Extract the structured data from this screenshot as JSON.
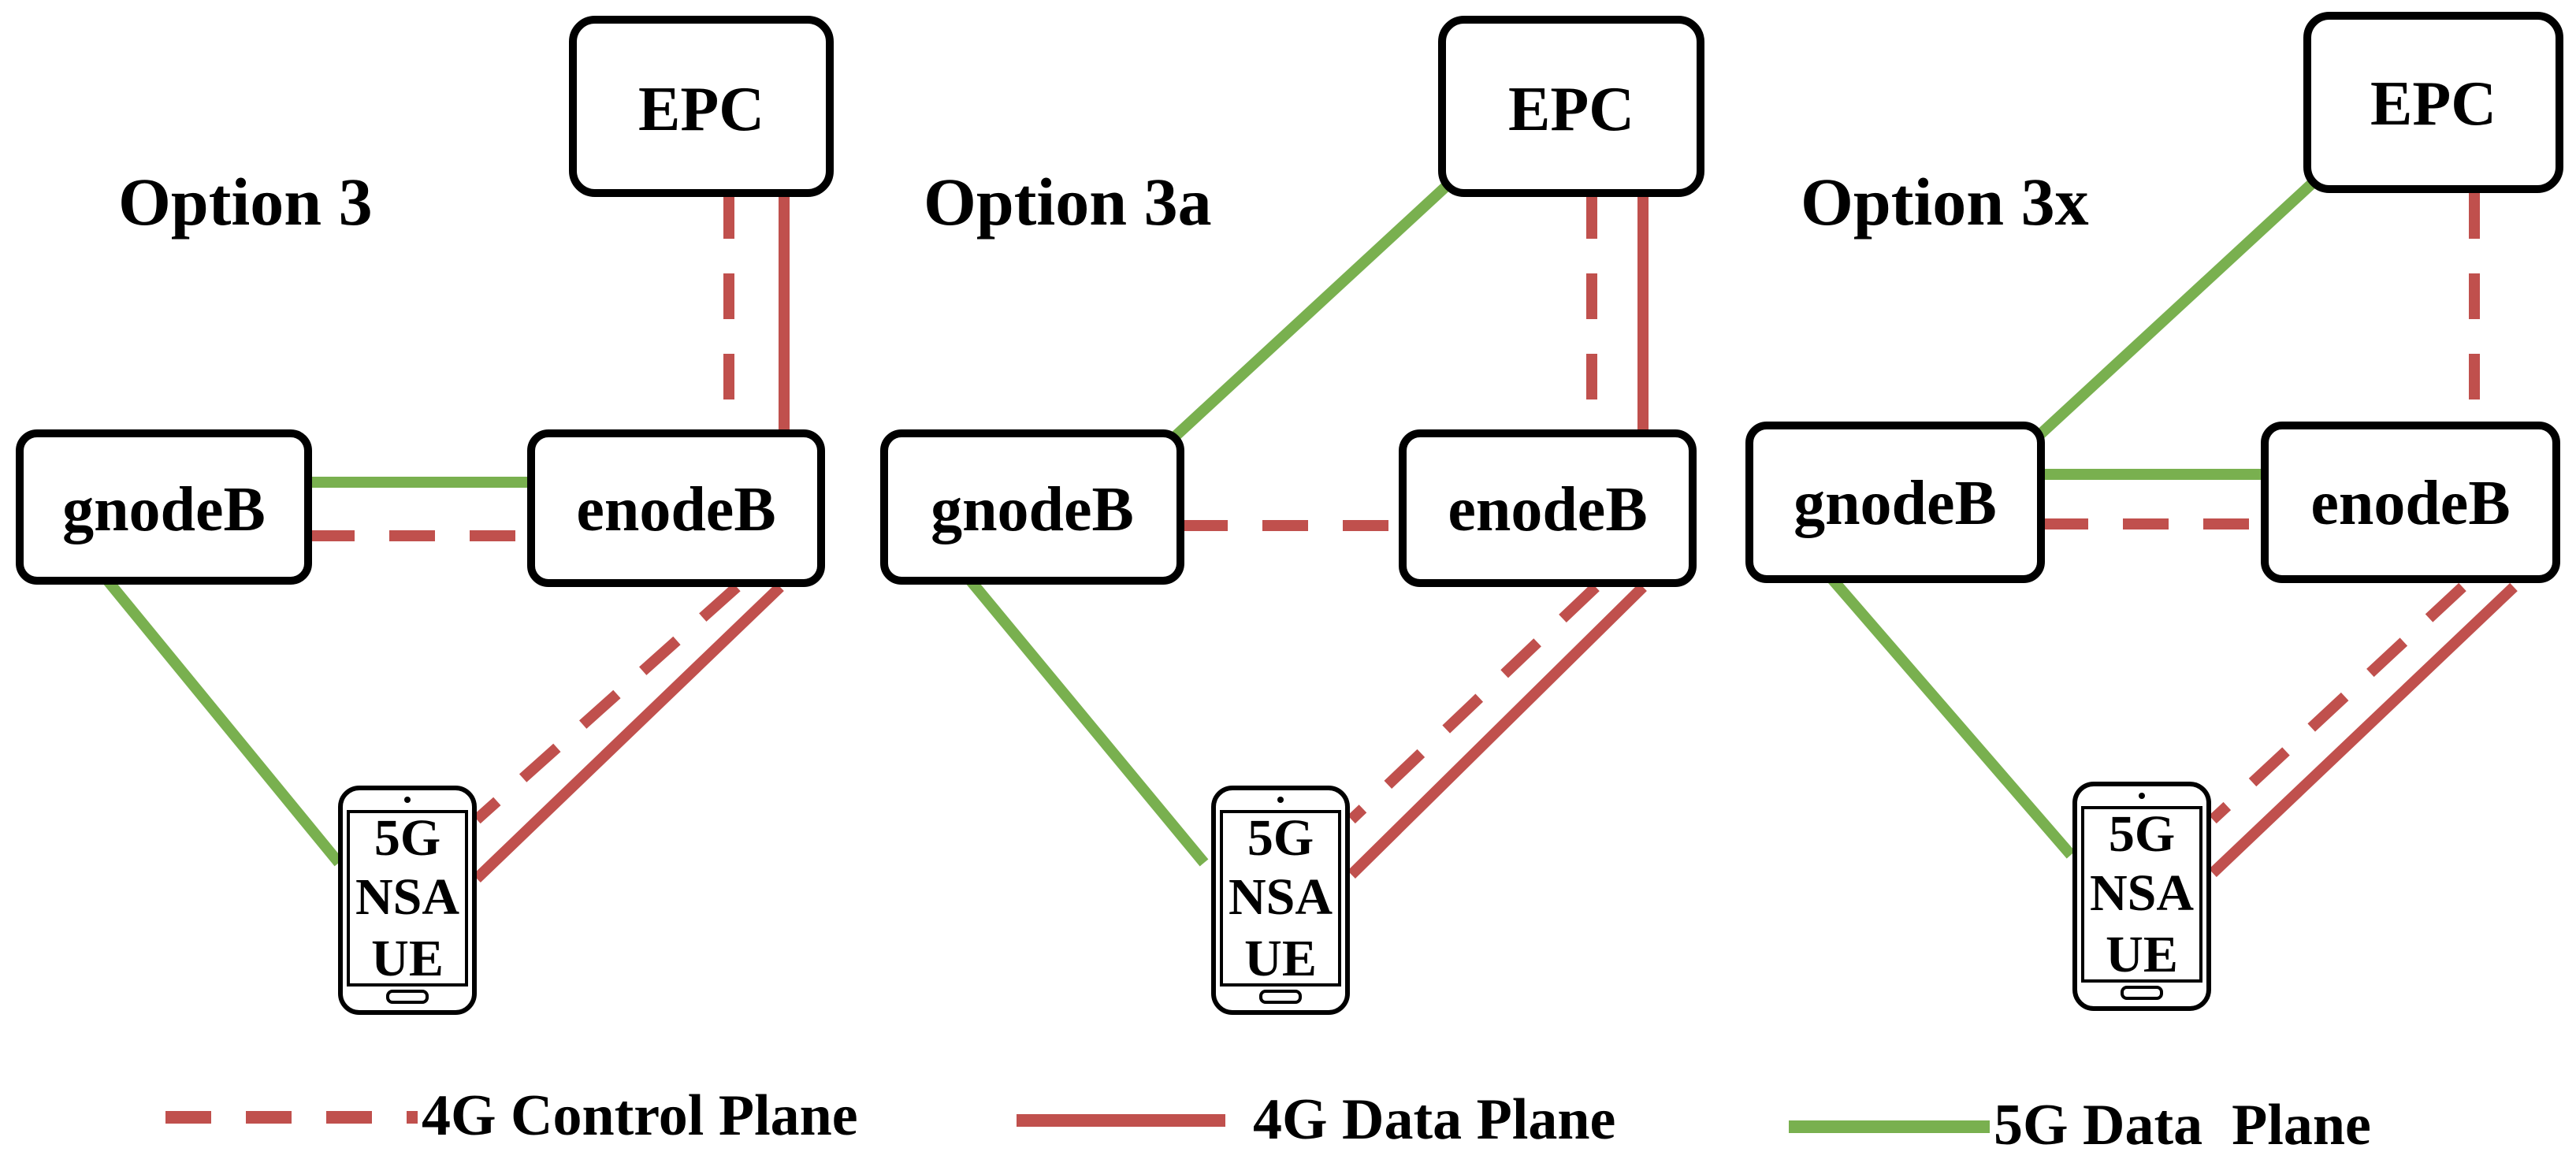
{
  "colors": {
    "g4": "#c0504d",
    "g5": "#79b04f",
    "stroke": "#000000"
  },
  "options": [
    {
      "title": "Option 3",
      "epc_label": "EPC",
      "gnb_label": "gnodeB",
      "enb_label": "enodeB",
      "ue_lines": [
        "5G",
        "NSA",
        "UE"
      ]
    },
    {
      "title": "Option 3a",
      "epc_label": "EPC",
      "gnb_label": "gnodeB",
      "enb_label": "enodeB",
      "ue_lines": [
        "5G",
        "NSA",
        "UE"
      ]
    },
    {
      "title": "Option 3x",
      "epc_label": "EPC",
      "gnb_label": "gnodeB",
      "enb_label": "enodeB",
      "ue_lines": [
        "5G",
        "NSA",
        "UE"
      ]
    }
  ],
  "legend": {
    "control_4g": "4G Control Plane",
    "data_4g": "4G Data Plane",
    "data_5g": "5G Data  Plane"
  }
}
